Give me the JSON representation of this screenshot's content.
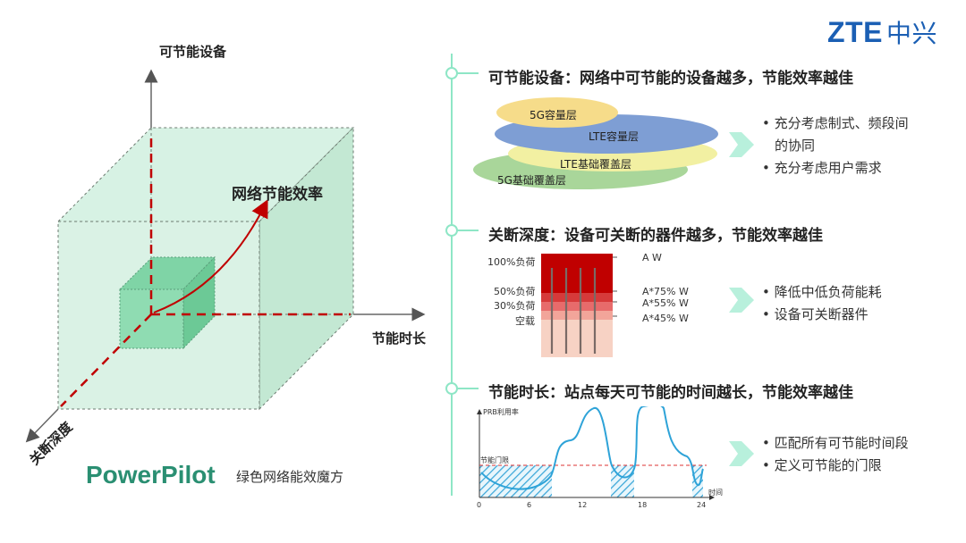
{
  "logo": {
    "text": "ZTE",
    "cn": "中兴"
  },
  "cube": {
    "y_axis": "可节能设备",
    "x_axis": "节能时长",
    "z_axis": "关断深度",
    "curve_label": "网络节能效率"
  },
  "brand": {
    "name": "PowerPilot",
    "subtitle": "绿色网络能效魔方"
  },
  "sections": [
    {
      "title": "可节能设备：网络中可节能的设备越多，节能效率越佳",
      "layers": [
        "5G容量层",
        "LTE容量层",
        "LTE基础覆盖层",
        "5G基础覆盖层"
      ],
      "bullets": [
        "充分考虑制式、频段间",
        "的协同",
        "充分考虑用户需求"
      ]
    },
    {
      "title": "关断深度：设备可关断的器件越多，节能效率越佳",
      "left_labels": [
        "100%负荷",
        "50%负荷",
        "30%负荷",
        "空载"
      ],
      "right_labels": [
        "A W",
        "A*75% W",
        "A*55% W",
        "A*45% W"
      ],
      "bullets": [
        "降低中低负荷能耗",
        "设备可关断器件"
      ]
    },
    {
      "title": "节能时长：站点每天可节能的时间越长，节能效率越佳",
      "y_label": "PRB利用率",
      "threshold_label": "节能门限",
      "x_label": "时间",
      "x_ticks": [
        "0",
        "6",
        "12",
        "18",
        "24"
      ],
      "bullets": [
        "匹配所有可节能时间段",
        "定义可节能的门限"
      ]
    }
  ],
  "colors": {
    "brand_blue": "#1b5fb4",
    "accent_green": "#8ee6c6",
    "red": "#c00000",
    "cube_green": "#cfeedd"
  }
}
